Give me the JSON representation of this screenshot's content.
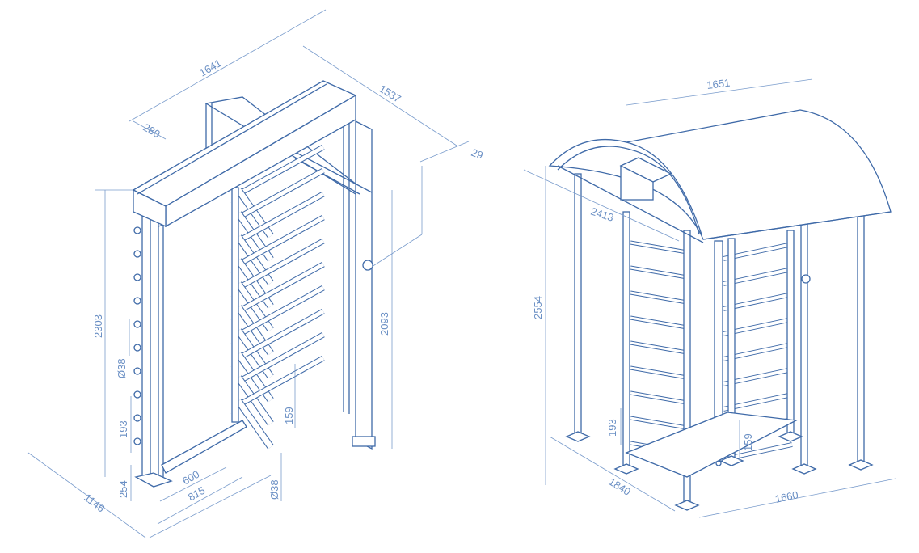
{
  "left_drawing": {
    "title": "Full-height turnstile",
    "dimensions": {
      "beam_length": "1641",
      "depth": "1537",
      "beam_width": "280",
      "offset": "29",
      "total_height": "2303",
      "passage_height": "2093",
      "tube_diameter_top": "Ø38",
      "bar_pitch": "193",
      "arm_pitch": "159",
      "bottom_clearance": "254",
      "passage_width": "600",
      "module_width": "815",
      "tube_diameter_bottom": "Ø38",
      "overall_width": "1146"
    }
  },
  "right_drawing": {
    "title": "Full-height turnstile with canopy",
    "dimensions": {
      "roof_width": "1651",
      "roof_depth": "2413",
      "total_height": "2554",
      "bar_pitch": "193",
      "arm_pitch": "159",
      "base_depth": "1840",
      "base_width": "1660"
    }
  },
  "colors": {
    "line": "#3f6aa8",
    "dimension": "#6a8fc4"
  }
}
